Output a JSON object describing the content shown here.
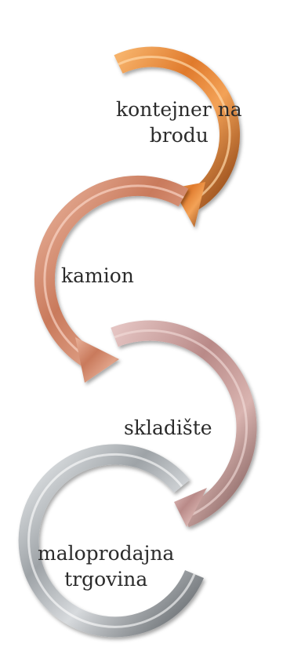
{
  "flow": {
    "steps": [
      {
        "id": "step-1",
        "line1": "kontejner na",
        "line2": "brodu",
        "color": "#e07a2c"
      },
      {
        "id": "step-2",
        "line1": "kamion",
        "line2": "",
        "color": "#c97a5c"
      },
      {
        "id": "step-3",
        "line1": "skladište",
        "line2": "",
        "color": "#b98a88"
      },
      {
        "id": "step-4",
        "line1": "maloprodajna",
        "line2": "trgovina",
        "color": "#a7abae"
      }
    ]
  }
}
